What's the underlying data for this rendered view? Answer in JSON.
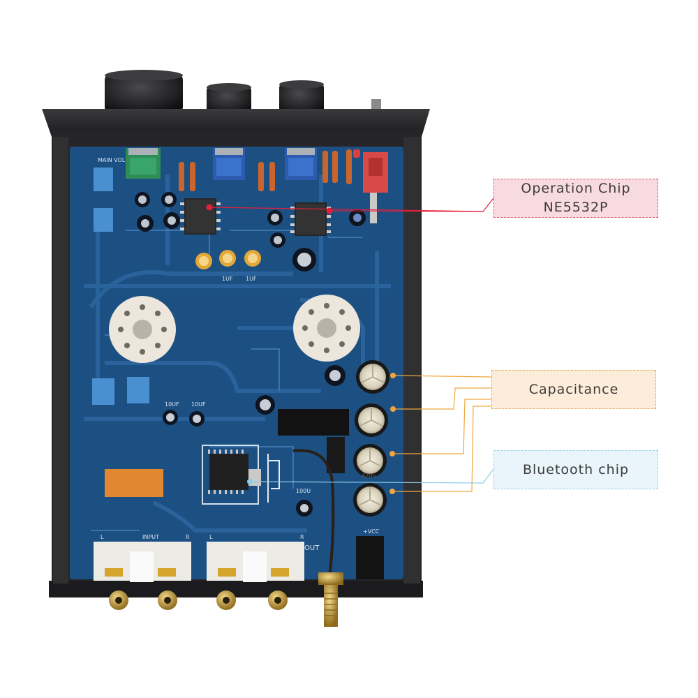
{
  "callouts": {
    "chip": {
      "line1": "Operation Chip",
      "line2": "NE5532P",
      "color": "#e3203a"
    },
    "capacitance": {
      "label": "Capacitance",
      "color": "#f0a640"
    },
    "bluetooth": {
      "label": "Bluetooth chip",
      "color": "#8ccde8"
    }
  },
  "board": {
    "pcb_color": "#1c4f82",
    "case_color": "#2a2a2c",
    "silkscreen": {
      "main_vol": "MAIN VOL",
      "input": "INPUT",
      "out": "OUT",
      "left": "L",
      "right": "R",
      "vcc": "+VCC",
      "cap_470u": "470u",
      "cap_100u": "100U",
      "cap_10uf": "10UF",
      "cap_1uf": "1UF"
    }
  }
}
